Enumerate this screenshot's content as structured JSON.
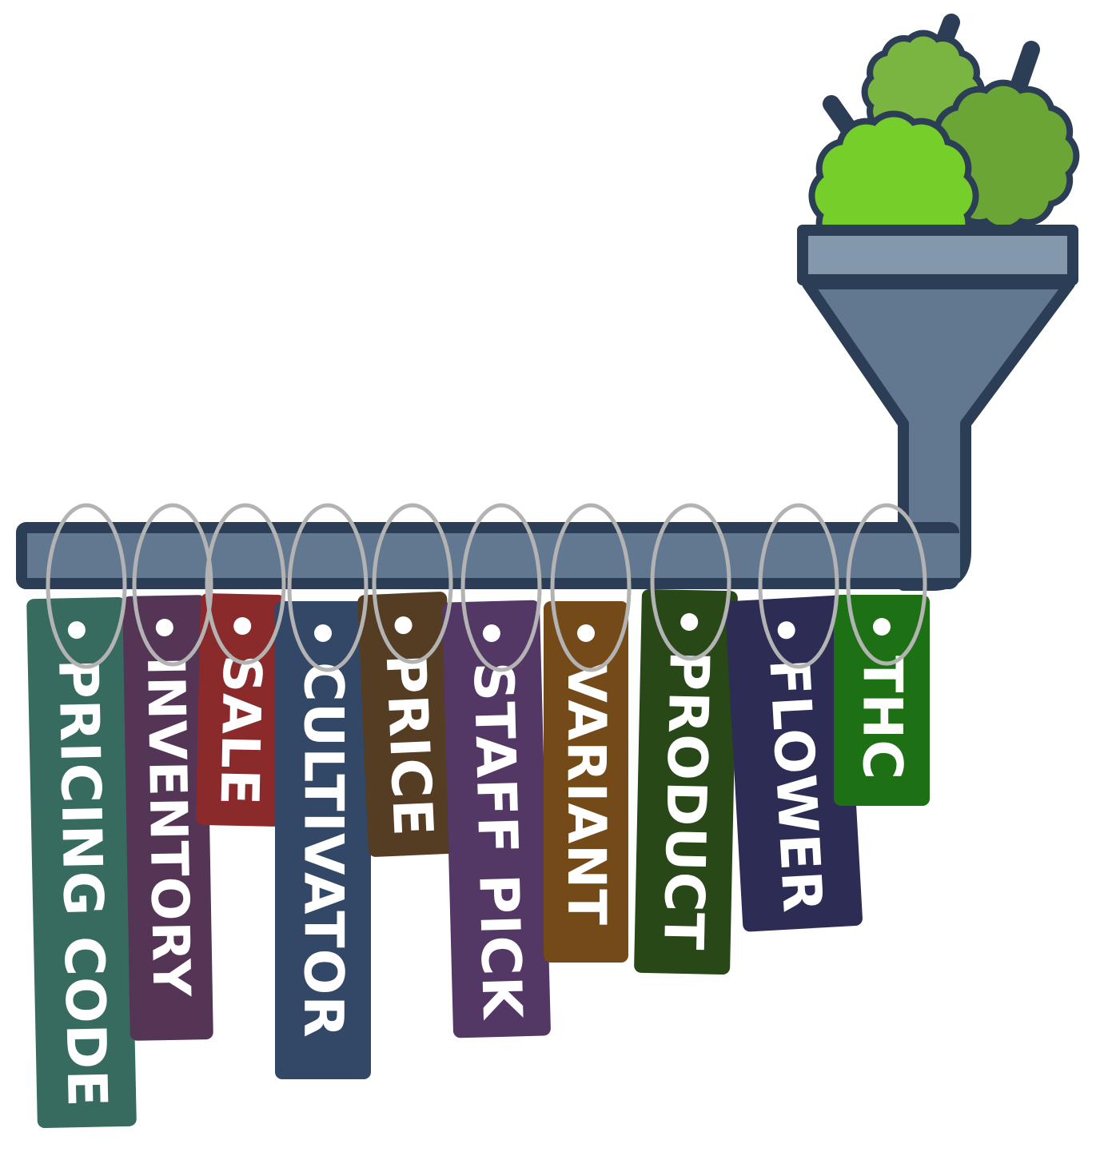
{
  "colors": {
    "outline": "#2c3e55",
    "pipe_fill": "#627891",
    "funnel_rim": "#8398ab",
    "ring": "#b3b3b3",
    "bud_light": "#7ab542",
    "bud_mid": "#6aa535",
    "bud_bright": "#76ce2a",
    "label_text": "#ffffff"
  },
  "illustration": {
    "icons": [
      "funnel-icon",
      "cannabis-bud-icon",
      "pipe-icon",
      "key-ring-icon"
    ]
  },
  "tags": [
    {
      "id": "pricing-code",
      "label": "PRICING CODE",
      "color": "#376b5f"
    },
    {
      "id": "inventory",
      "label": "INVENTORY",
      "color": "#553555"
    },
    {
      "id": "sale",
      "label": "SALE",
      "color": "#8a2a2a"
    },
    {
      "id": "cultivator",
      "label": "CULTIVATOR",
      "color": "#334766"
    },
    {
      "id": "price",
      "label": "PRICE",
      "color": "#543d22"
    },
    {
      "id": "staff-pick",
      "label": "STAFF PICK",
      "color": "#533765"
    },
    {
      "id": "variant",
      "label": "VARIANT",
      "color": "#744a19"
    },
    {
      "id": "product",
      "label": "PRODUCT",
      "color": "#284818"
    },
    {
      "id": "flower",
      "label": "FLOWER",
      "color": "#2c2c55"
    },
    {
      "id": "thc",
      "label": "THC",
      "color": "#1d7013"
    }
  ]
}
